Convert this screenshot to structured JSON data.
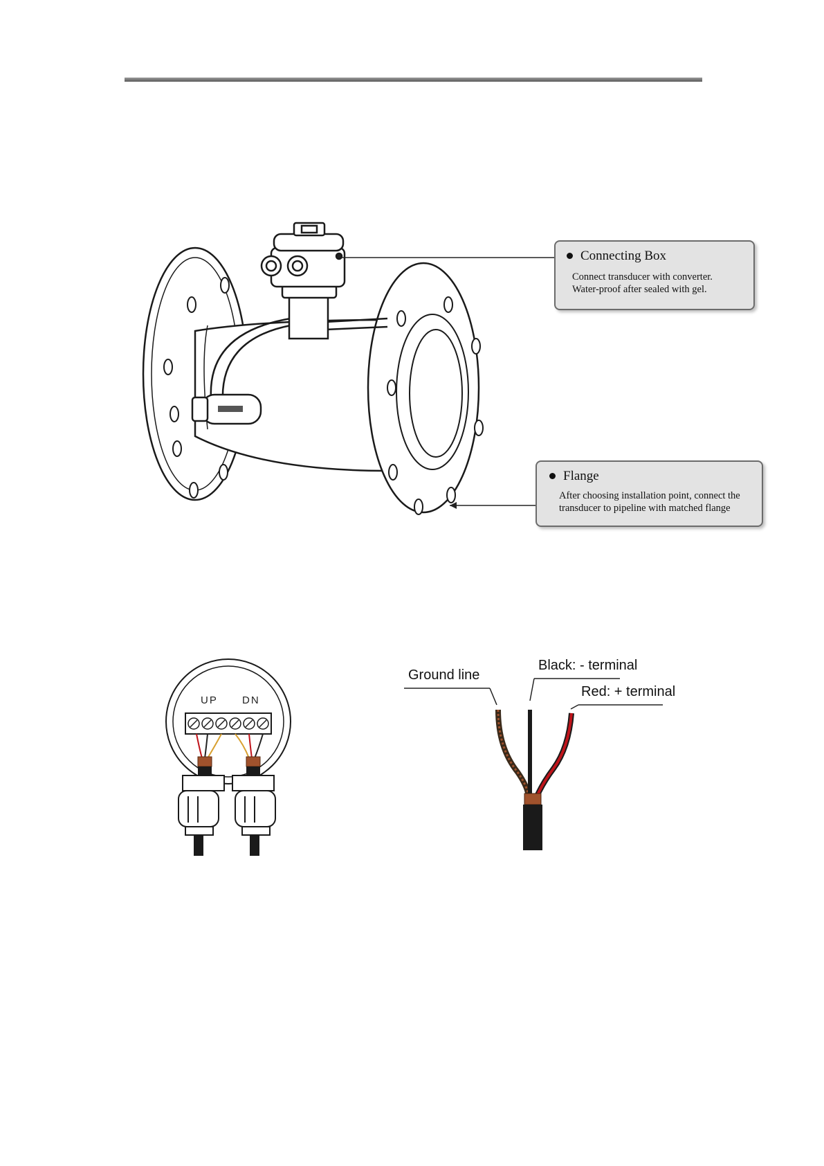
{
  "flowmeter_figure": {
    "connecting_box": {
      "title": "Connecting Box",
      "description_lines": [
        "Connect transducer with converter.",
        "Water-proof after sealed with gel."
      ]
    },
    "flange": {
      "title": "Flange",
      "description_lines": [
        "After choosing installation point, connect the",
        "transducer to pipeline with matched flange"
      ]
    }
  },
  "terminal_box_figure": {
    "up_label": "UP",
    "dn_label": "DN"
  },
  "cable_figure": {
    "ground_label": "Ground line",
    "black_label": "Black: - terminal",
    "red_label": "Red: + terminal"
  },
  "colors": {
    "callout_bg": "#e3e3e3",
    "red_wire": "#c0141b",
    "braid": "#a0522d"
  }
}
